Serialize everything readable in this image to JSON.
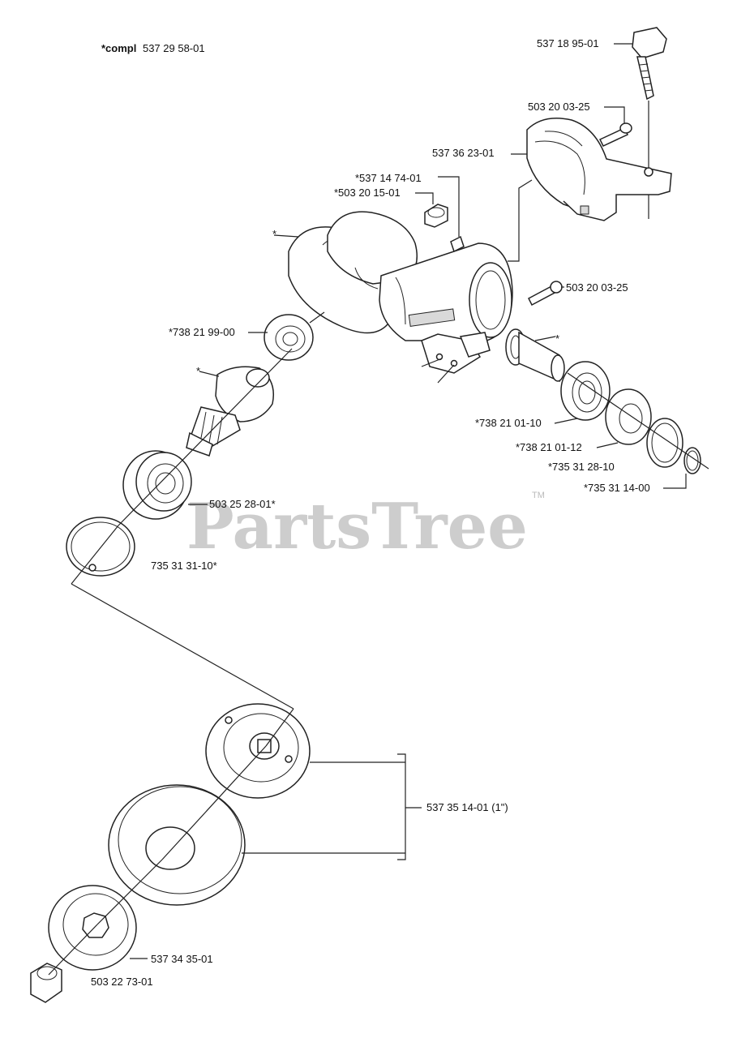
{
  "header": {
    "compl_bold": "*compl",
    "compl_number": "537 29 58-01"
  },
  "watermark": {
    "text": "PartsTree",
    "trademark": "TM"
  },
  "labels": {
    "p537_18_95_01": "537 18 95-01",
    "p503_20_03_25_top": "503 20 03-25",
    "p537_36_23_01": "537 36 23-01",
    "p537_14_74_01": "*537 14 74-01",
    "p503_20_15_01": "*503 20 15-01",
    "star_gear_housing": "*",
    "p503_20_03_25_mid": "503 20 03-25",
    "p738_21_99_00": "*738 21 99-00",
    "star_shaft_seal": "*",
    "star_bevel_gear": "*",
    "p738_21_01_10": "*738 21 01-10",
    "p738_21_01_12": "*738 21 01-12",
    "p735_31_28_10": "*735 31 28-10",
    "p735_31_14_00": "*735 31 14-00",
    "p503_25_28_01": "503 25 28-01*",
    "p735_31_31_10": "735 31 31-10*",
    "p537_35_14_01": "537 35 14-01 (1\")",
    "p537_34_35_01": "537 34 35-01",
    "p503_22_73_01": "503 22 73-01"
  }
}
